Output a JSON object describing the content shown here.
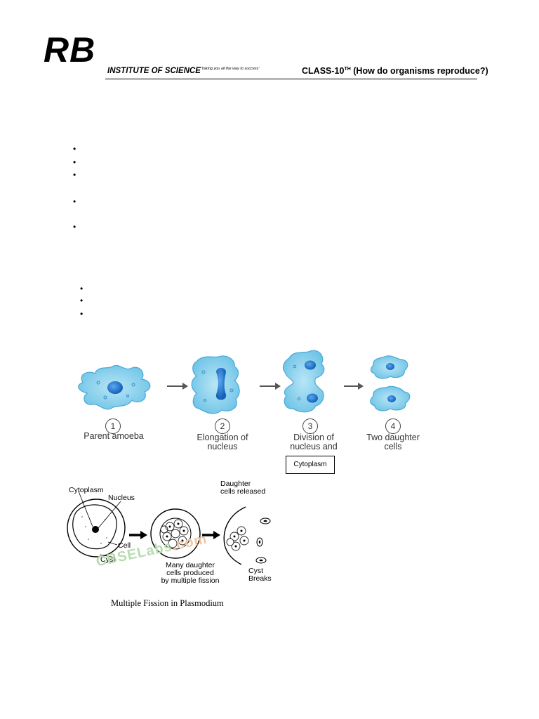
{
  "header": {
    "logo": "RB",
    "institute": "INSTITUTE OF SCIENCE",
    "tagline": "'Taking you all the way to success'",
    "class_prefix": "CLASS-10",
    "class_sup": "TH",
    "class_topic": " (How do organisms reproduce?)"
  },
  "bullets": {
    "symbol": "•"
  },
  "amoeba_diagram": {
    "steps": [
      {
        "number": "1",
        "label_line1": "Parent amoeba",
        "label_line2": ""
      },
      {
        "number": "2",
        "label_line1": "Elongation of",
        "label_line2": "nucleus"
      },
      {
        "number": "3",
        "label_line1": "Division of",
        "label_line2": "nucleus and"
      },
      {
        "number": "4",
        "label_line1": "Two daughter",
        "label_line2": "cells"
      }
    ],
    "overlay_box": "Cytoplasm",
    "colors": {
      "body": "#7ccbe8",
      "edge": "#4aa9d6",
      "nucleus": "#1f78c8"
    }
  },
  "plasmodium_diagram": {
    "labels": {
      "cytoplasm": "Cytoplasm",
      "nucleus": "Nucleus",
      "cell": "Cell",
      "cyst": "Cyst",
      "many_daughter_1": "Many daughter",
      "many_daughter_2": "cells produced",
      "many_daughter_3": "by multiple fission",
      "daughter_released_1": "Daughter",
      "daughter_released_2": "cells released",
      "cyst_breaks_1": "Cyst",
      "cyst_breaks_2": "Breaks"
    },
    "watermark_a": "CBSELabs",
    "watermark_b": ".com",
    "title": "Multiple Fission in Plasmodium"
  }
}
